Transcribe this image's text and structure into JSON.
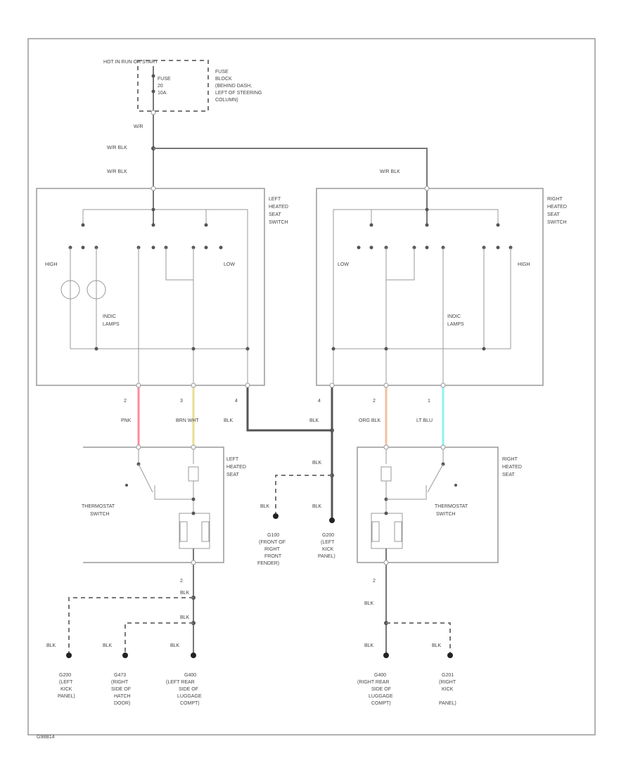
{
  "diagram_id": "G98B14",
  "power": {
    "hot_label": "HOT IN RUN OR START",
    "fuse_lines": [
      "FUSE",
      "20",
      "10A"
    ],
    "block_lines": [
      "FUSE",
      "BLOCK",
      "(BEHIND DASH,",
      "LEFT OF STEERING",
      "COLUMN)"
    ],
    "wire_bj": "W/R",
    "wire_top": "W/R BLK",
    "wire_left_in": "W/R BLK",
    "wire_right_in": "W/R BLK"
  },
  "left_switch": {
    "title": [
      "LEFT",
      "HEATED",
      "SEAT",
      "SWITCH"
    ],
    "high": "HIGH",
    "low": "LOW",
    "lamps": [
      "INDIC",
      "LAMPS"
    ]
  },
  "right_switch": {
    "title": [
      "RIGHT",
      "HEATED",
      "SEAT",
      "SWITCH"
    ],
    "high": "HIGH",
    "low": "LOW",
    "lamps": [
      "INDIC",
      "LAMPS"
    ]
  },
  "left_wires": [
    {
      "pin": "2",
      "color": "PNK",
      "hex": "#ff8aa0"
    },
    {
      "pin": "3",
      "color": "BRN WHT",
      "hex": "#e8dd96"
    },
    {
      "pin": "4",
      "color": "BLK",
      "hex": "#555555"
    }
  ],
  "right_wires": [
    {
      "pin": "4",
      "color": "BLK",
      "hex": "#555555"
    },
    {
      "pin": "2",
      "color": "ORG BLK",
      "hex": "#f2bfa0"
    },
    {
      "pin": "1",
      "color": "LT BLU",
      "hex": "#8ff0f4"
    }
  ],
  "left_seat": {
    "title": [
      "LEFT",
      "HEATED",
      "SEAT"
    ],
    "thermostat": [
      "THERMOSTAT",
      "SWITCH"
    ]
  },
  "right_seat": {
    "title": [
      "RIGHT",
      "HEATED",
      "SEAT"
    ],
    "thermostat": [
      "THERMOSTAT",
      "SWITCH"
    ]
  },
  "center": {
    "blk_upper": "BLK",
    "blk_left": "BLK",
    "blk_right": "BLK",
    "g100": [
      "G100",
      "(FRONT OF",
      "RIGHT",
      "FRONT",
      "FENDER)"
    ],
    "g200": [
      "G200",
      "(LEFT",
      "KICK",
      "PANEL)"
    ]
  },
  "left_grounds": {
    "pin": "2",
    "blk1": "BLK",
    "blk2": "BLK",
    "labels": [
      "BLK",
      "BLK",
      "BLK"
    ],
    "g1": [
      "G200",
      "(LEFT",
      "KICK",
      "PANEL)"
    ],
    "g2": [
      "G473",
      "(RIGHT",
      "SIDE OF",
      "HATCH",
      "DOOR)"
    ],
    "g3": [
      "G400",
      "(LEFT REAR",
      "SIDE OF",
      "LUGGAGE",
      "COMPT)"
    ]
  },
  "right_grounds": {
    "pin": "2",
    "blk1": "BLK",
    "labels": [
      "BLK",
      "BLK"
    ],
    "g1": [
      "G400",
      "(RIGHT REAR",
      "SIDE OF",
      "LUGGAGE",
      "COMPT)"
    ],
    "g2": [
      "G201",
      "(RIGHT",
      "KICK",
      "PANEL)"
    ]
  }
}
